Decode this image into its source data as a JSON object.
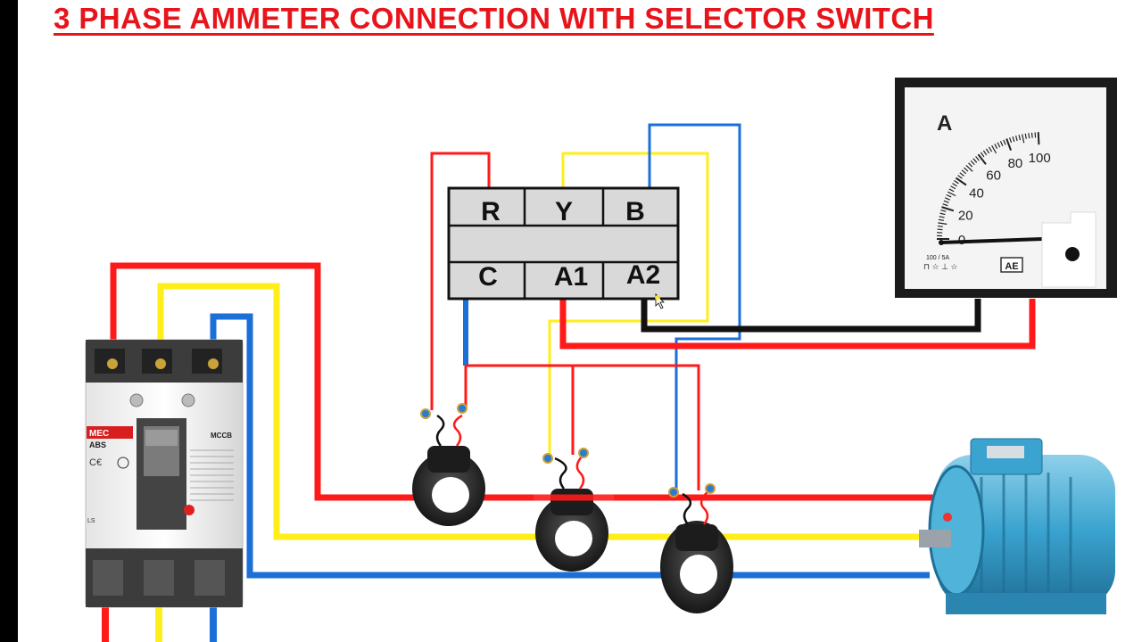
{
  "title": "3 PHASE AMMETER CONNECTION WITH SELECTOR SWITCH",
  "selector_switch": {
    "top_terminals": [
      "R",
      "Y",
      "B"
    ],
    "bottom_terminals": [
      "C",
      "A1",
      "A2"
    ]
  },
  "ammeter": {
    "unit_label": "A",
    "scale_labels": [
      "0",
      "20",
      "40",
      "60",
      "80",
      "100"
    ],
    "small_print": "100 / 5A",
    "brand": "AE"
  },
  "mccb": {
    "brand_logo": "MEC",
    "model": "ABS",
    "type_label": "MCCB",
    "maker": "LS"
  },
  "colors": {
    "red_phase": "#ff1a1a",
    "yellow_phase": "#ffee1a",
    "blue_phase": "#1a6fd8",
    "neutral_black": "#111111",
    "title_red": "#e8141b"
  }
}
